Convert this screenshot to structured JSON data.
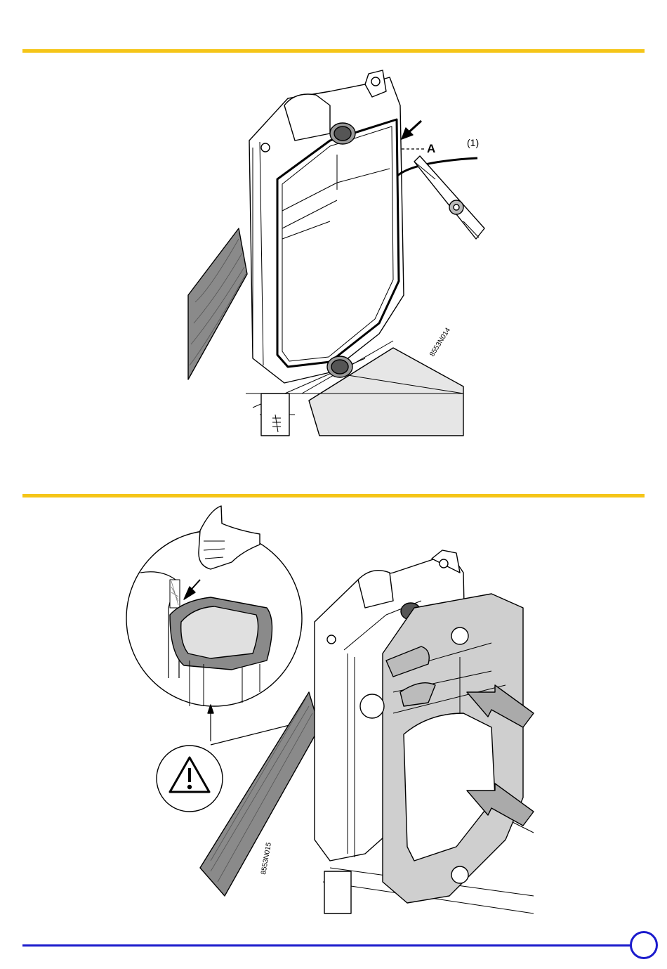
{
  "colors": {
    "accent_rule": "#f5c518",
    "footer_line": "#1a1acc",
    "wood": "#8a8a8a",
    "gasket_fill": "#cfcfcf",
    "tray_fill": "#e6e6e6"
  },
  "figure1": {
    "label_A": "A",
    "label_1": "(1)",
    "ref_code": "8553N014"
  },
  "figure2": {
    "ref_code": "8553N015",
    "warning_symbol": "warning-triangle-icon"
  },
  "footer": {
    "page_number": ""
  }
}
